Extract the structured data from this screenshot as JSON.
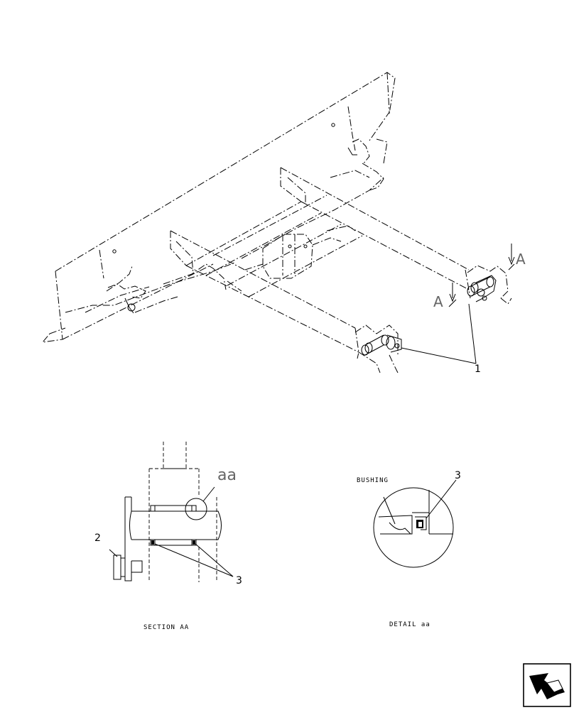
{
  "callouts": {
    "pin": "1",
    "bolt": "2",
    "seal_section": "3",
    "seal_detail": "3"
  },
  "section_markers": {
    "a_right": "A",
    "a_left": "A",
    "detail_ref": "aa"
  },
  "labels": {
    "bushing": "BUSHING",
    "section_caption": "SECTION AA",
    "detail_caption": "DETAIL aa"
  },
  "icons": {
    "nav": "next-page-arrow-icon"
  }
}
